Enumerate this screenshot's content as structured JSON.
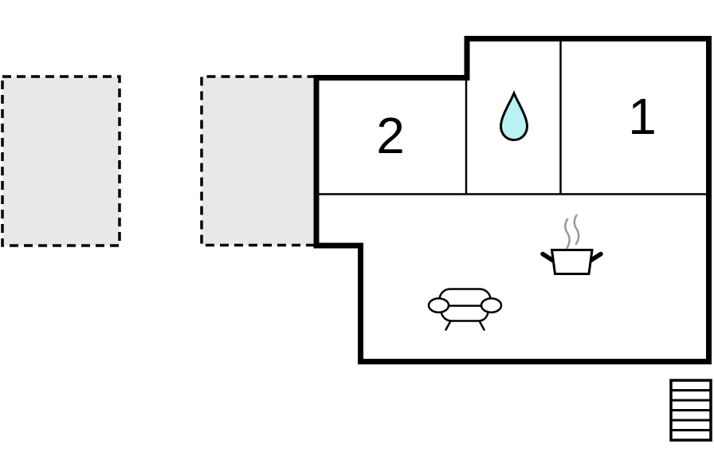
{
  "floor_plan": {
    "rooms": [
      {
        "name": "room-1",
        "label": "1"
      },
      {
        "name": "room-2",
        "label": "2"
      },
      {
        "name": "bathroom",
        "icon": "water-drop-icon"
      },
      {
        "name": "living-area",
        "icons": [
          "cooking-pot-icon",
          "steam-icon",
          "sofa-icon"
        ]
      }
    ],
    "features": {
      "terraces": {
        "count": 2,
        "style": "dashed-outline"
      },
      "stairs": {
        "steps": 6
      }
    },
    "colors": {
      "wall": "#000000",
      "terrace_fill": "#e8e8e8",
      "water_drop_fill": "#b9f2f2",
      "steam": "#999999",
      "label_text": "#000000"
    }
  }
}
